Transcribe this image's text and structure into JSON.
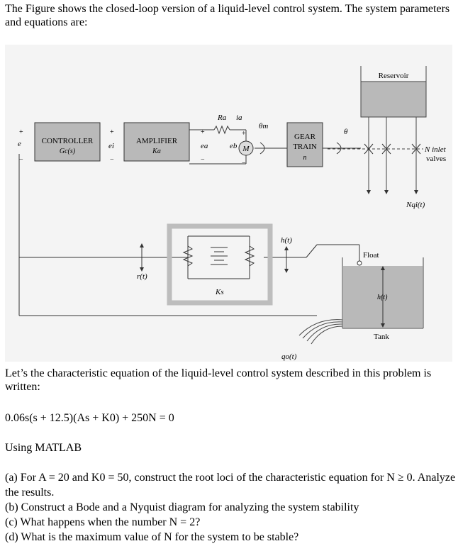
{
  "intro_text": "The Figure shows the closed-loop version of a liquid-level control system. The system parameters and equations are:",
  "figure": {
    "controller_label": "CONTROLLER",
    "controller_sub": "Gc(s)",
    "amplifier_label": "AMPLIFIER",
    "amplifier_sub": "Ka",
    "gear_label_1": "GEAR",
    "gear_label_2": "TRAIN",
    "gear_sub": "n",
    "motor_label": "M",
    "reservoir_label": "Reservoir",
    "inlet_label_1": "N inlet",
    "inlet_label_2": "valves",
    "flow_in_label": "Nqi(t)",
    "float_label": "Float",
    "tank_label": "Tank",
    "level_label": "h(t)",
    "level_label_tank": "h(t)",
    "ref_label": "r(t)",
    "out_flow_label": "qo(t)",
    "ks_label": "Ks",
    "e_label": "e",
    "ei_label": "ei",
    "ea_label": "ea",
    "eb_label": "eb",
    "ra_label": "Ra",
    "ia_label": "ia",
    "theta_m_label": "θm",
    "theta_label": "θ",
    "plus": "+",
    "minus": "−"
  },
  "question_intro": "Let’s the characteristic equation of the liquid-level control system described in this problem is written:",
  "equation": "0.06s(s + 12.5)(As + K0) + 250N = 0",
  "using_label": "Using MATLAB",
  "parts": [
    "(a)  For A = 20 and K0 = 50, construct the root loci of the characteristic equation for N ≥ 0. Analyze the results.",
    "(b) Construct a Bode and a Nyquist diagram for analyzing the system stability",
    "(c)  What happens when the number N = 2?",
    "(d) What is the maximum value of N for the system to be stable?"
  ]
}
